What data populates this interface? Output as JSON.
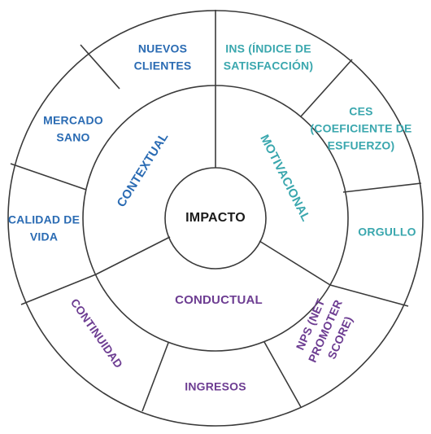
{
  "center": {
    "label": "IMPACTO"
  },
  "middle_ring": {
    "contextual": "CONTEXTUAL",
    "motivacional": "MOTIVACIONAL",
    "conductual": "CONDUCTUAL"
  },
  "outer_ring": {
    "nuevos_clientes": [
      "NUEVOS",
      "CLIENTES"
    ],
    "ins": [
      "INS (ÍNDICE DE",
      "SATISFACCIÓN)"
    ],
    "ces": [
      "CES",
      "(COEFICIENTE DE",
      "ESFUERZO)"
    ],
    "orgullo": [
      "ORGULLO"
    ],
    "nps": [
      "NPS (NET",
      "PROMOTER",
      "SCORE)"
    ],
    "ingresos": [
      "INGRESOS"
    ],
    "continuidad": [
      "CONTINUIDAD"
    ],
    "calidad_de_vida": [
      "CALIDAD DE",
      "VIDA"
    ],
    "mercado_sano": [
      "MERCADO",
      "SANO"
    ]
  },
  "colors": {
    "contextual": "#2a6bb3",
    "motivacional": "#3aa7ae",
    "conductual": "#6d3d92",
    "center": "#1a1a1a",
    "line": "#3a3a3a"
  }
}
